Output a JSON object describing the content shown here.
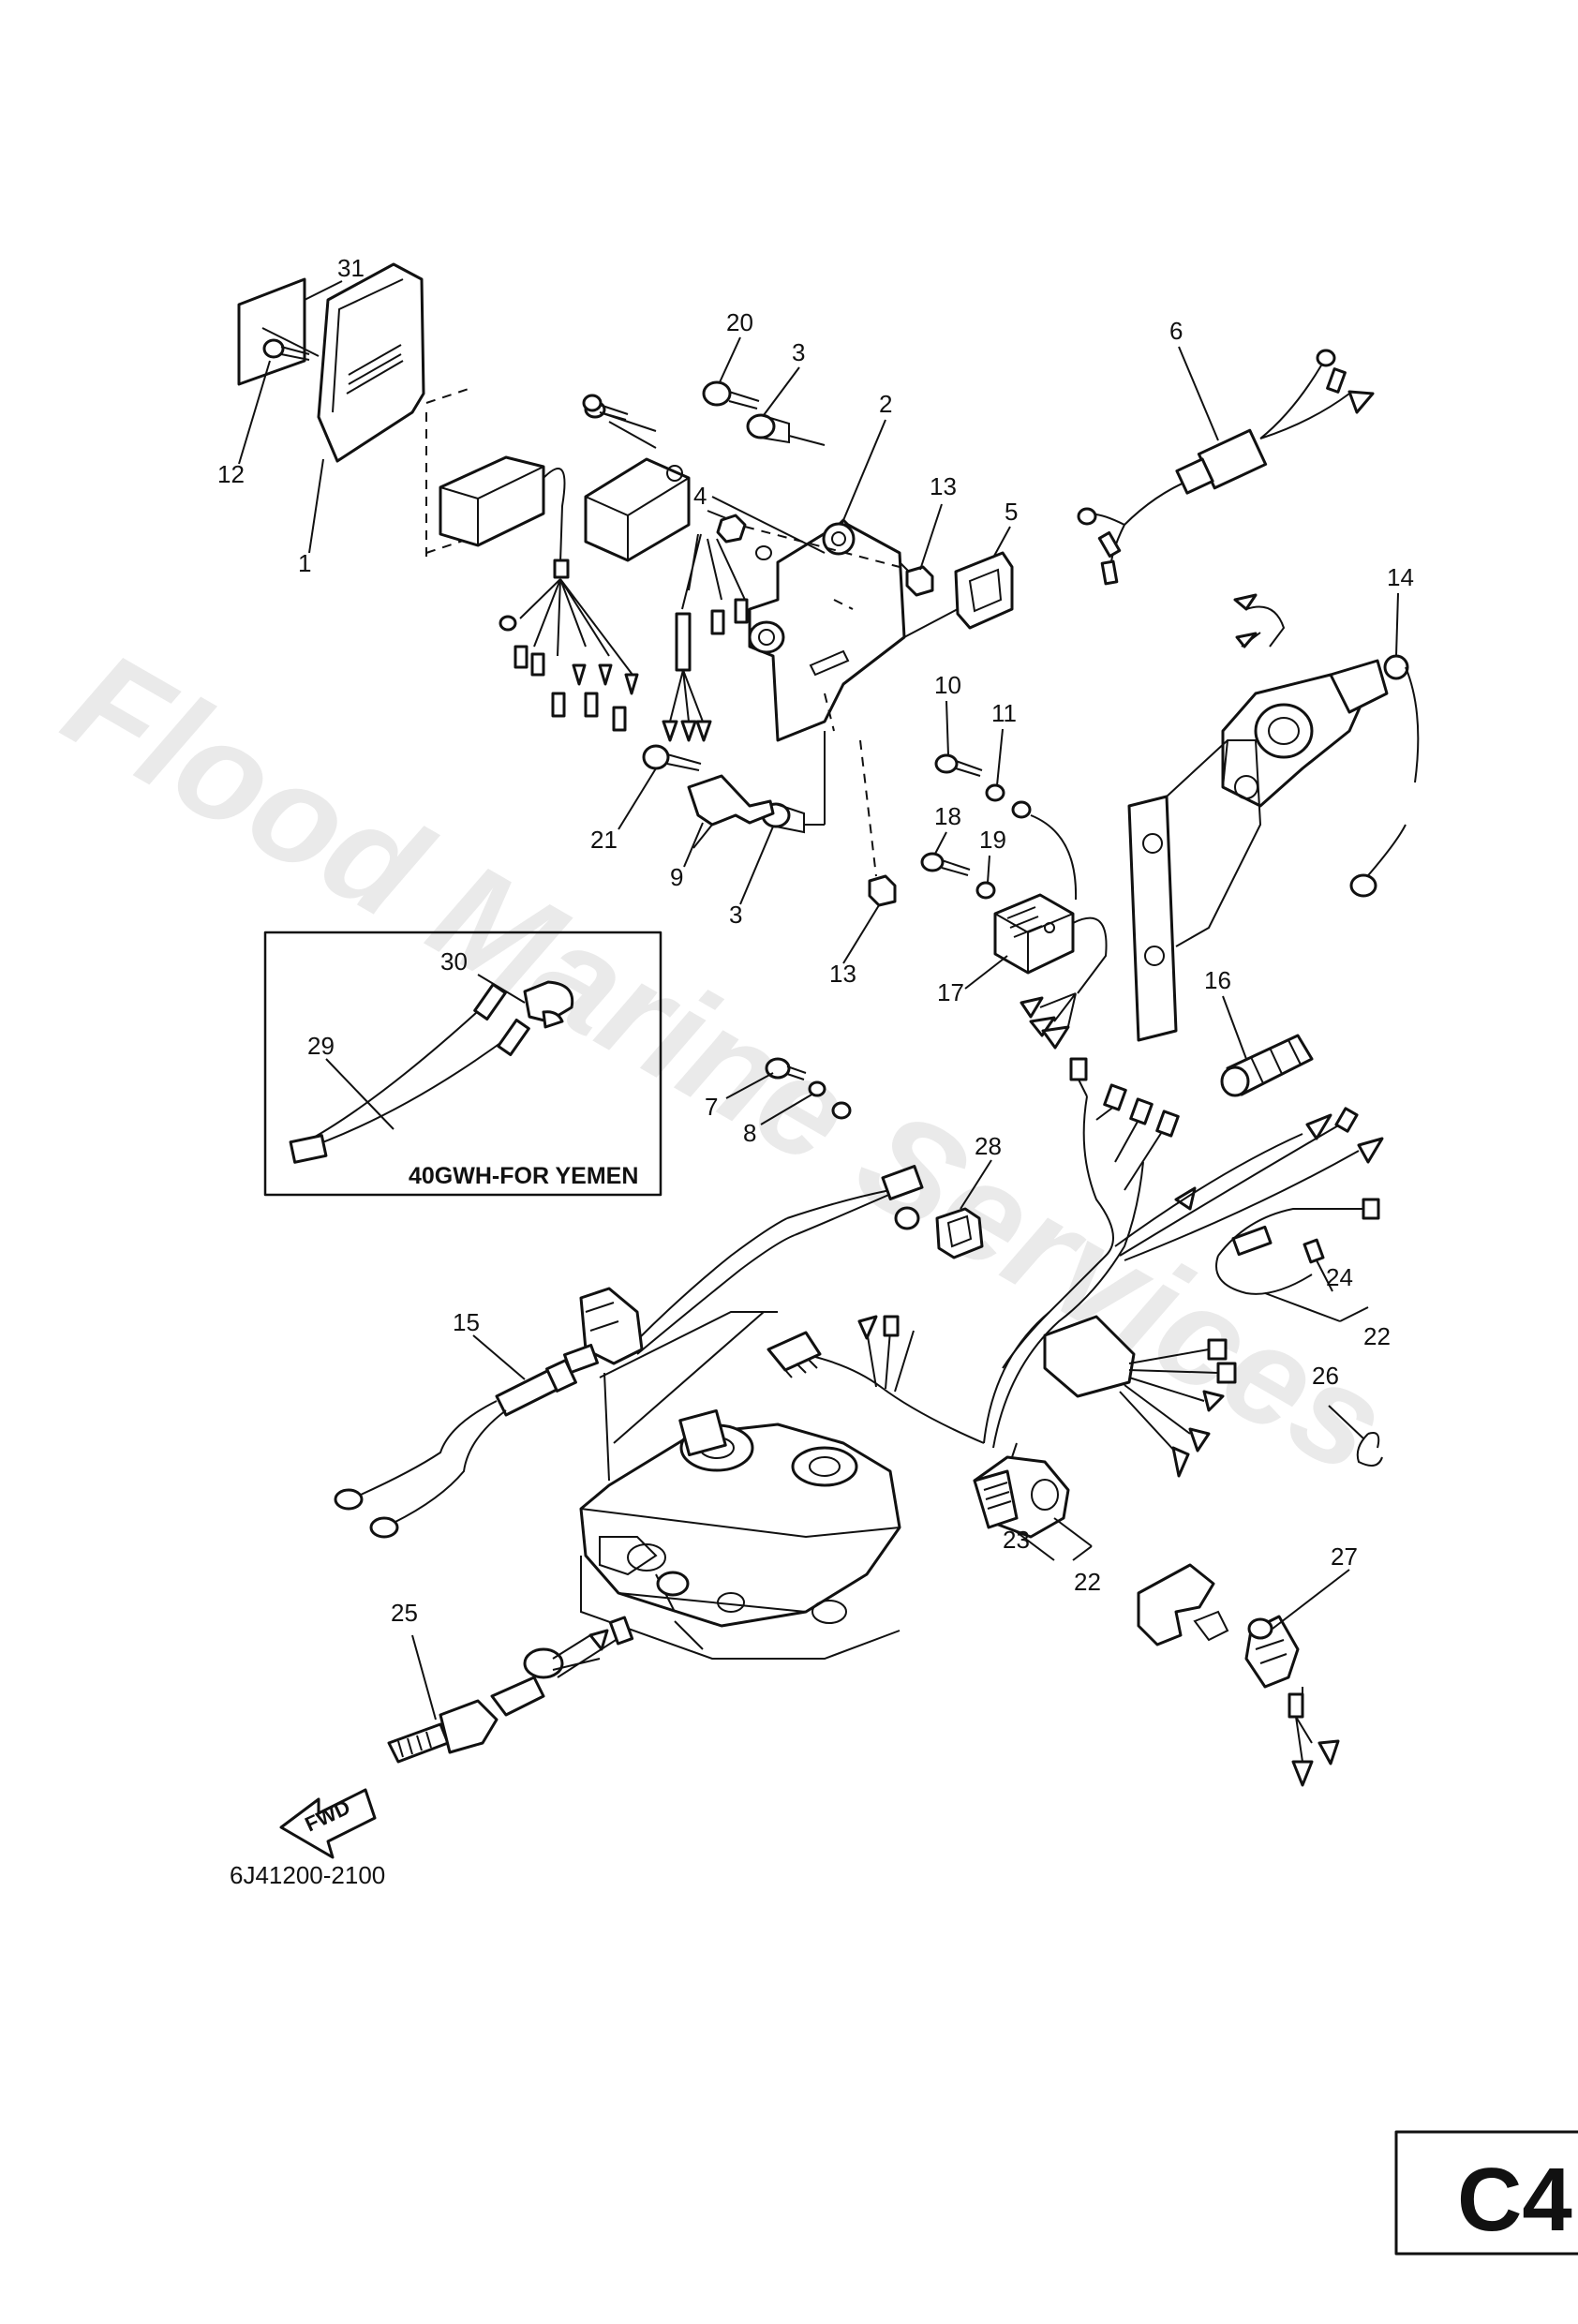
{
  "watermark": "Flood Marine Services",
  "diagram_code": "6J41200-2100",
  "page_id": "C4",
  "inset_note": "40GWH-FOR YEMEN",
  "fwd_label": "FWD",
  "callouts": {
    "c31": "31",
    "c12": "12",
    "c1": "1",
    "c20": "20",
    "c3a": "3",
    "c2": "2",
    "c4": "4",
    "c13a": "13",
    "c5": "5",
    "c6": "6",
    "c14": "14",
    "c10": "10",
    "c11": "11",
    "c18": "18",
    "c19": "19",
    "c17": "17",
    "c16": "16",
    "c21": "21",
    "c9": "9",
    "c3b": "3",
    "c13b": "13",
    "c30": "30",
    "c29": "29",
    "c7": "7",
    "c8": "8",
    "c28": "28",
    "c15": "15",
    "c24": "24",
    "c22a": "22",
    "c26": "26",
    "c23": "23",
    "c22b": "22",
    "c27": "27",
    "c25": "25"
  }
}
